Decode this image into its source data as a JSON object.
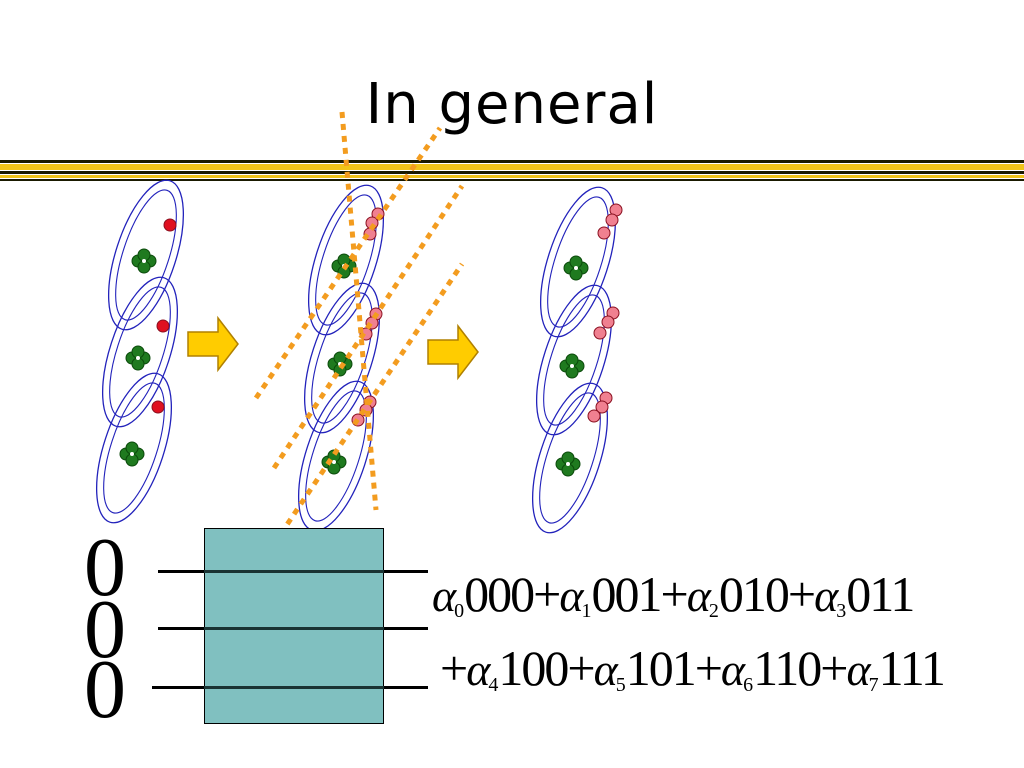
{
  "slide": {
    "title": "In general",
    "colors": {
      "accent_gold": "#f0c419",
      "gate_fill": "#80c0c0",
      "orbit_stroke": "#2222bb",
      "nucleus_green": "#1f7a1f",
      "electron_red": "#e01020",
      "electron_pink": "#f08090",
      "arrow_fill": "#ffcc00",
      "cut_orange": "#f39c1f"
    },
    "qubits": [
      "0",
      "0",
      "0"
    ],
    "equation": {
      "line1": [
        {
          "coef_sub": "0",
          "ket": "000"
        },
        {
          "op": "+",
          "coef_sub": "1",
          "ket": "001"
        },
        {
          "op": "+",
          "coef_sub": "2",
          "ket": "010"
        },
        {
          "op": "+",
          "coef_sub": "3",
          "ket": "011"
        }
      ],
      "line2": [
        {
          "op": "+",
          "coef_sub": "4",
          "ket": "100"
        },
        {
          "op": "+",
          "coef_sub": "5",
          "ket": "101"
        },
        {
          "op": "+",
          "coef_sub": "6",
          "ket": "110"
        },
        {
          "op": "+",
          "coef_sub": "7",
          "ket": "111"
        }
      ],
      "alpha_symbol": "α"
    }
  }
}
